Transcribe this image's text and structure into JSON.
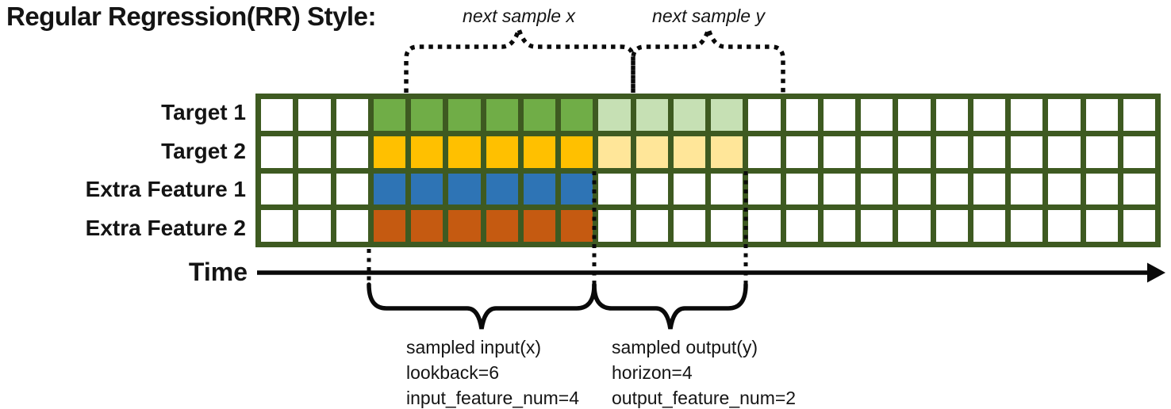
{
  "title": "Regular Regression(RR) Style:",
  "top_annotations": {
    "next_sample_x": "next sample x",
    "next_sample_y": "next sample y"
  },
  "time_axis": {
    "label": "Time"
  },
  "bottom_annotations": {
    "input": {
      "lines": [
        "sampled input(x)",
        "lookback=6",
        "input_feature_num=4"
      ]
    },
    "output": {
      "lines": [
        "sampled output(y)",
        "horizon=4",
        "output_feature_num=2"
      ]
    }
  },
  "grid": {
    "columns": 24,
    "input_start_col": 3,
    "input_len": 6,
    "output_len": 4,
    "border_color": "#3e5a21",
    "empty_color": "#ffffff",
    "rows": [
      {
        "label": "Target 1",
        "input_color": "#70ad47",
        "output_color": "#c6e0b4"
      },
      {
        "label": "Target 2",
        "input_color": "#ffc000",
        "output_color": "#ffe699"
      },
      {
        "label": "Extra Feature 1",
        "input_color": "#2e74b5",
        "output_color": null
      },
      {
        "label": "Extra Feature 2",
        "input_color": "#c55a11",
        "output_color": null
      }
    ]
  },
  "stroke_color": "#0a0a0a"
}
